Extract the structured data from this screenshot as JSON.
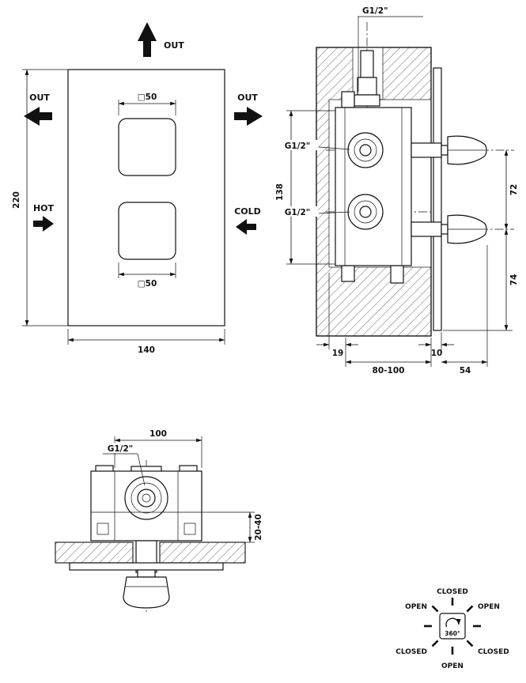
{
  "front_view": {
    "arrow_out_top": "OUT",
    "arrow_out_left": "OUT",
    "arrow_out_right": "OUT",
    "arrow_hot": "HOT",
    "arrow_cold": "COLD",
    "dim_height": "220",
    "dim_width": "140",
    "dim_square_top": "□50",
    "dim_square_bottom": "□50"
  },
  "section_view": {
    "label_g12_top": "G1/2\"",
    "label_g12_hot": "G1/2\"",
    "label_g12_cold": "G1/2\"",
    "dim_ports": "138",
    "dim_handle_spacing": "72",
    "dim_handle_bottom": "74",
    "dim_recess": "19",
    "dim_wall_range": "80-100",
    "dim_plate_gap": "10",
    "dim_handle_depth": "54"
  },
  "top_view": {
    "dim_width": "100",
    "label_g12": "G1/2\"",
    "dim_depth_range": "20-40"
  },
  "rotation_diagram": {
    "label_rotation": "360°",
    "pos_top": "CLOSED",
    "pos_upper_left": "OPEN",
    "pos_upper_right": "OPEN",
    "pos_lower_left": "CLOSED",
    "pos_lower_right": "CLOSED",
    "pos_bottom": "OPEN"
  }
}
